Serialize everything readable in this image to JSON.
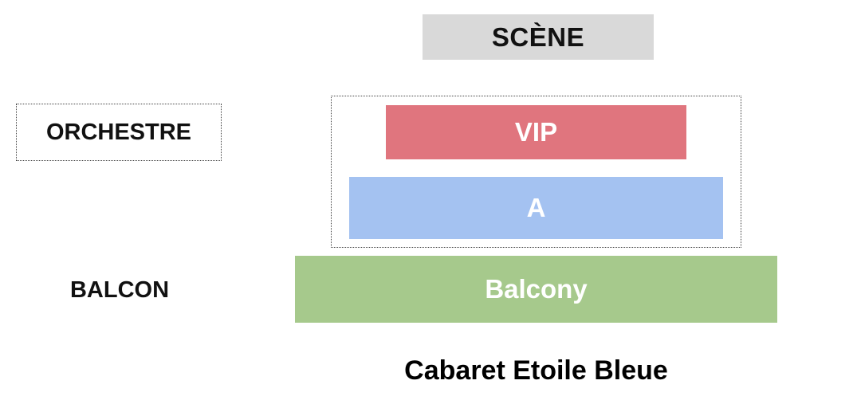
{
  "stage": {
    "label": "SCÈNE",
    "background": "#d9d9d9"
  },
  "section_labels": {
    "orchestre": "ORCHESTRE",
    "balcon": "BALCON"
  },
  "zones": [
    {
      "id": "vip",
      "label": "VIP",
      "color": "#e0757e"
    },
    {
      "id": "a",
      "label": "A",
      "color": "#a4c2f1"
    },
    {
      "id": "balcony",
      "label": "Balcony",
      "color": "#a6c98c"
    }
  ],
  "venue": {
    "title": "Cabaret Etoile Bleue"
  }
}
